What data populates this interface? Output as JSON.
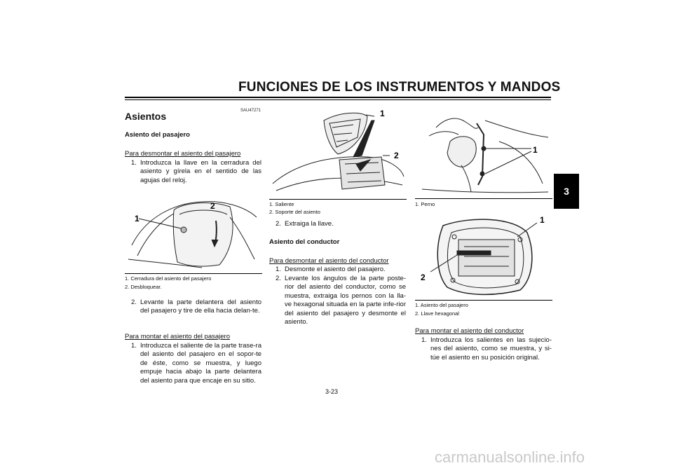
{
  "header": {
    "title": "FUNCIONES DE LOS INSTRUMENTOS Y MANDOS",
    "chapter_tab": "3"
  },
  "col1": {
    "code": "SAU47271",
    "title": "Asientos",
    "subtitle": "Asiento del pasajero",
    "remove_heading": "Para desmontar el asiento del pasajero",
    "steps_a": [
      {
        "num": "1.",
        "text": "Introduzca la llave en la cerradura del asiento y gírela en el sentido de las agujas del reloj."
      }
    ],
    "figure_callouts": [
      "1",
      "2"
    ],
    "captions": [
      "1.  Cerradura del asiento del pasajero",
      "2.  Desbloquear."
    ],
    "steps_b": [
      {
        "num": "2.",
        "text": "Levante la parte delantera del asiento del pasajero y tire de ella hacia delan-te."
      }
    ],
    "install_heading": "Para montar el asiento del pasajero",
    "steps_c": [
      {
        "num": "1.",
        "text": "Introduzca el saliente de la parte trase-ra del asiento del pasajero en el sopor-te de éste, como se muestra, y luego empuje hacia abajo la parte delantera del asiento para que encaje en su sitio."
      }
    ]
  },
  "col2": {
    "figure_callouts": [
      "1",
      "2"
    ],
    "captions": [
      "1.  Saliente",
      "2.  Soporte del asiento"
    ],
    "step_cont": {
      "num": "2.",
      "text": "Extraiga la llave."
    },
    "subtitle": "Asiento del conductor",
    "remove_heading": "Para desmontar el asiento del conductor",
    "steps": [
      {
        "num": "1.",
        "text": "Desmonte el asiento del pasajero."
      },
      {
        "num": "2.",
        "text": "Levante los ángulos de la parte poste-rior del asiento del conductor, como se muestra, extraiga los pernos con la lla-ve hexagonal situada en la parte infe-rior del asiento del pasajero y desmonte el asiento."
      }
    ]
  },
  "col3": {
    "figure1_callouts": [
      "1"
    ],
    "captions1": [
      "1.  Perno"
    ],
    "figure2_callouts": [
      "1",
      "2"
    ],
    "captions2": [
      "1.  Asiento del pasajero",
      "2.  Llave hexagonal"
    ],
    "install_heading": "Para montar el asiento del conductor",
    "steps": [
      {
        "num": "1.",
        "text": "Introduzca los salientes en las sujecio-nes del asiento, como se muestra, y si-túe el asiento en su posición original."
      }
    ]
  },
  "page_number": "3-23",
  "watermark": "carmanualsonline.info"
}
